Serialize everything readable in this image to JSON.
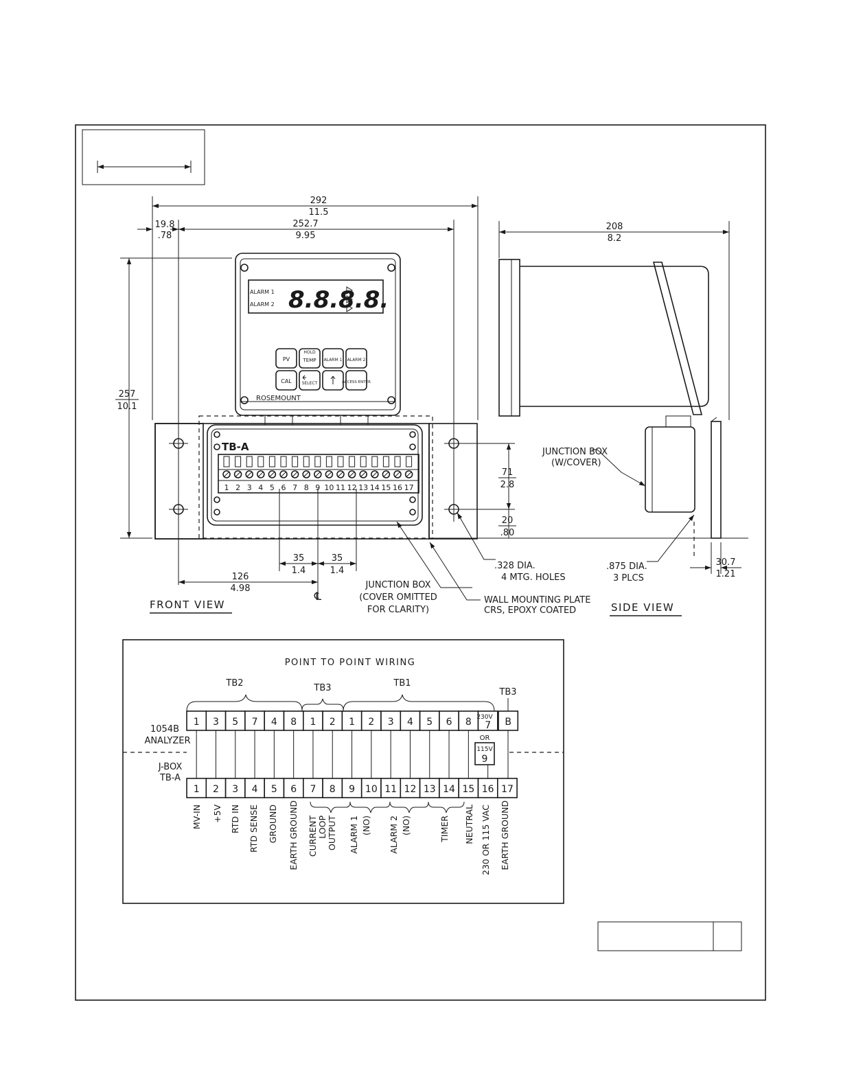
{
  "front_view": {
    "title": "FRONT VIEW",
    "dims": {
      "overall_w_mm": "292",
      "overall_w_in": "11.5",
      "left_off_mm": "19.8",
      "left_off_in": ".78",
      "hole_spacing_mm": "252.7",
      "hole_spacing_in": "9.95",
      "height_mm": "257",
      "height_in": "10.1",
      "vert_holes_mm": "71",
      "vert_holes_in": "2.8",
      "bottom_off_mm": "20",
      "bottom_off_in": ".80",
      "half_a_mm": "35",
      "half_a_in": "1.4",
      "half_b_mm": "35",
      "half_b_in": "1.4",
      "center_mm": "126",
      "center_in": "4.98",
      "centerline_symbol": "℄"
    },
    "device": {
      "alarm1": "ALARM 1",
      "alarm2": "ALARM 2",
      "display_digits": "8.8.8.8.",
      "buttons_row1": [
        "PV",
        "TEMP",
        "ALARM 1",
        "ALARM 2"
      ],
      "buttons_row1_top": [
        "",
        "HOLD",
        "",
        ""
      ],
      "buttons_row2": [
        "CAL",
        "SELECT",
        "",
        "ACCESS ENTER"
      ],
      "brand": "ROSEMOUNT"
    },
    "terminal_block": {
      "label": "TB-A",
      "numbers": [
        "1",
        "2",
        "3",
        "4",
        "5",
        "6",
        "7",
        "8",
        "9",
        "10",
        "11",
        "12",
        "13",
        "14",
        "15",
        "16",
        "17"
      ]
    },
    "callouts": {
      "junction_box_line1": "JUNCTION BOX",
      "junction_box_line2": "(COVER OMITTED",
      "junction_box_line3": "FOR CLARITY)",
      "wall_plate_line1": "WALL MOUNTING PLATE",
      "wall_plate_line2": "CRS, EPOXY COATED",
      "holes_line1": ".328 DIA.",
      "holes_line2": "4 MTG. HOLES"
    }
  },
  "side_view": {
    "title": "SIDE VIEW",
    "dims": {
      "depth_mm": "208",
      "depth_in": "8.2",
      "right_mm": "30.7",
      "right_in": "1.21"
    },
    "callouts": {
      "jbox_line1": "JUNCTION BOX",
      "jbox_line2": "(W/COVER)",
      "conduit_line1": ".875 DIA.",
      "conduit_line2": "3 PLCS"
    }
  },
  "wiring": {
    "title": "POINT TO POINT WIRING",
    "groups": [
      "TB2",
      "TB3",
      "TB1",
      "TB3"
    ],
    "analyzer_label_line1": "1054B",
    "analyzer_label_line2": "ANALYZER",
    "jbox_label_line1": "J-BOX",
    "jbox_label_line2": "TB-A",
    "analyzer_terminals": [
      "1",
      "3",
      "5",
      "7",
      "4",
      "8",
      "1",
      "2",
      "1",
      "2",
      "3",
      "4",
      "5",
      "6",
      "8",
      "7",
      "B"
    ],
    "analyzer_230_label": "230V",
    "or_label": "OR",
    "alt_115_label": "115V",
    "alt_115_number": "9",
    "jbox_terminals": [
      "1",
      "2",
      "3",
      "4",
      "5",
      "6",
      "7",
      "8",
      "9",
      "10",
      "11",
      "12",
      "13",
      "14",
      "15",
      "16",
      "17"
    ],
    "signals": {
      "s1": "MV-IN",
      "s2": "+5V",
      "s3": "RTD IN",
      "s4": "RTD SENSE",
      "s5": "GROUND",
      "s6": "EARTH GROUND",
      "cl1": "CURRENT",
      "cl2": "LOOP",
      "cl3": "OUTPUT",
      "a1": "ALARM 1",
      "a1b": "(NO)",
      "a2": "ALARM 2",
      "a2b": "(NO)",
      "timer": "TIMER",
      "neutral": "NEUTRAL",
      "ac": "230 OR 115 VAC",
      "eg": "EARTH GROUND"
    }
  }
}
